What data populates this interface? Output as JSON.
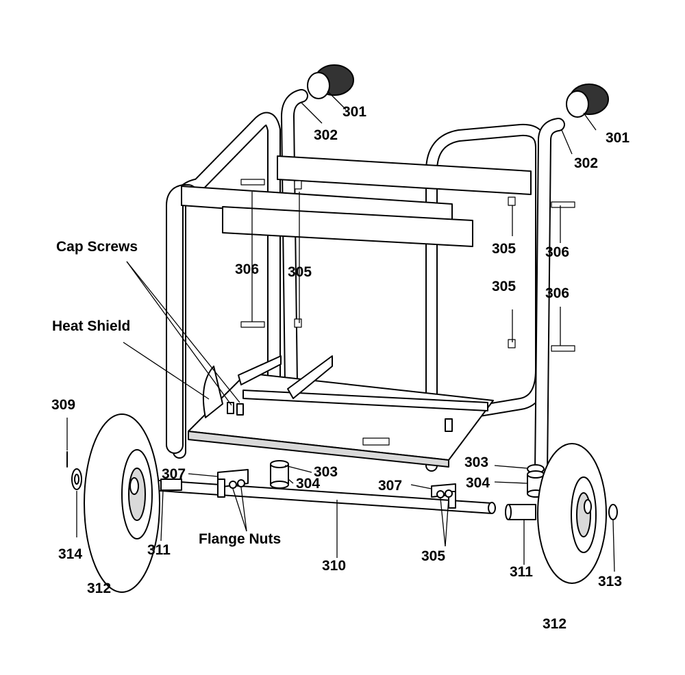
{
  "labels": {
    "cap_screws": "Cap Screws",
    "heat_shield": "Heat Shield",
    "flange_nuts": "Flange Nuts",
    "p301a": "301",
    "p301b": "301",
    "p302a": "302",
    "p302b": "302",
    "p303a": "303",
    "p303b": "303",
    "p304a": "304",
    "p304b": "304",
    "p305a": "305",
    "p305b": "305",
    "p305c": "305",
    "p305d": "305",
    "p306a": "306",
    "p306b": "306",
    "p306c": "306",
    "p307a": "307",
    "p307b": "307",
    "p309": "309",
    "p310": "310",
    "p311a": "311",
    "p311b": "311",
    "p312a": "312",
    "p312b": "312",
    "p313": "313",
    "p314": "314"
  }
}
